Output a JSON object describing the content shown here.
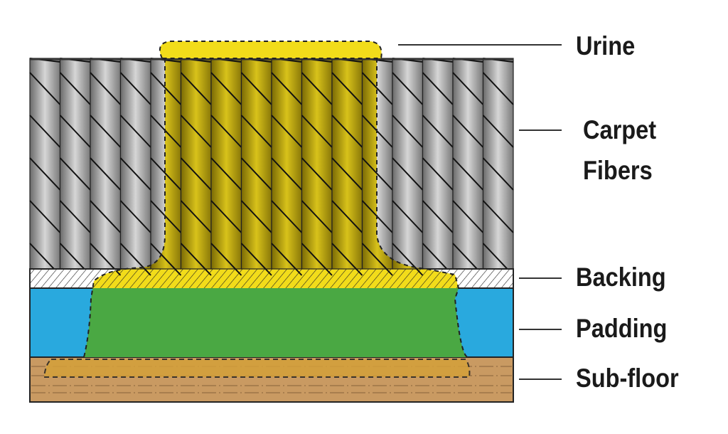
{
  "labels": {
    "urine": "Urine",
    "carpet_line1": "Carpet",
    "carpet_line2": "Fibers",
    "backing": "Backing",
    "padding": "Padding",
    "subfloor": "Sub-floor"
  },
  "colors": {
    "fiber_gray": "#a8a8a8",
    "fiber_stain": "#c9b414",
    "urine": "#f2dc1a",
    "padding_blue": "#29a9de",
    "padding_stain": "#4aa843",
    "subfloor": "#c99a62",
    "subfloor_stain": "#d4a03a"
  }
}
